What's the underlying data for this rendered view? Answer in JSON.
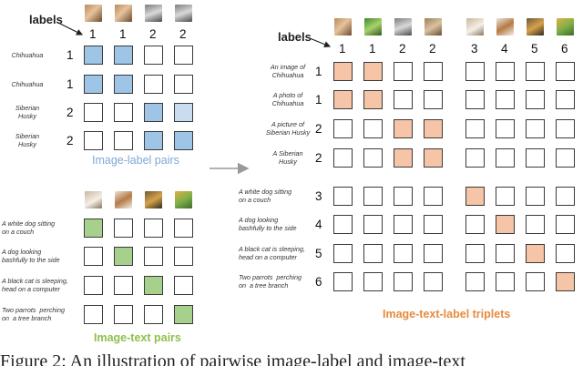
{
  "labels_word": "labels",
  "cell_colors": {
    "blue": "#9ec4e6",
    "light_blue": "#c9ddef",
    "green": "#a8d08d",
    "orange": "#f6c4a6"
  },
  "panel_image_label": {
    "caption": "Image-label pairs",
    "caption_color": "#7fa7d6",
    "thumbnails": [
      "chihuahua-photo-icon",
      "chihuahua-photo-icon",
      "husky-photo-icon",
      "husky-photo-icon"
    ],
    "column_labels": [
      "1",
      "1",
      "2",
      "2"
    ],
    "rows": [
      {
        "text": "Chihuahua",
        "label": "1",
        "filled": [
          true,
          true,
          false,
          false
        ]
      },
      {
        "text": "Chihuahua",
        "label": "1",
        "filled": [
          true,
          true,
          false,
          false
        ]
      },
      {
        "text": "Siberian\nHusky",
        "label": "2",
        "filled": [
          false,
          false,
          true,
          true
        ]
      },
      {
        "text": "Siberian\nHusky",
        "label": "2",
        "filled": [
          false,
          false,
          true,
          true
        ]
      }
    ]
  },
  "panel_image_text": {
    "caption": "Image-text pairs",
    "caption_color": "#8fbf4f",
    "thumbnails": [
      "white-dog-photo-icon",
      "dog-photo-icon",
      "cat-photo-icon",
      "parrots-photo-icon"
    ],
    "rows": [
      {
        "text": "A white dog sitting\non a couch",
        "filled": [
          true,
          false,
          false,
          false
        ]
      },
      {
        "text": "A dog looking\nbashfully to the side",
        "filled": [
          false,
          true,
          false,
          false
        ]
      },
      {
        "text": "A black cat is sleeping,\nhead on a computer",
        "filled": [
          false,
          false,
          true,
          false
        ]
      },
      {
        "text": "Two parrots  perching\non  a tree branch",
        "filled": [
          false,
          false,
          false,
          true
        ]
      }
    ]
  },
  "panel_triplets": {
    "caption": "Image-text-label triplets",
    "caption_color": "#e88a3c",
    "column_labels": [
      "1",
      "1",
      "2",
      "2",
      "3",
      "4",
      "5",
      "6"
    ],
    "rows": [
      {
        "text": "An image of\nChihuahua",
        "label": "1"
      },
      {
        "text": "A photo of\nChihuahua",
        "label": "1"
      },
      {
        "text": "A picture of\nSiberian Husky",
        "label": "2"
      },
      {
        "text": "A Siberian\nHusky",
        "label": "2"
      },
      {
        "text": "A white dog sitting\non a couch",
        "label": "3"
      },
      {
        "text": "A dog looking\nbashfully to the side",
        "label": "4"
      },
      {
        "text": "A black cat is sleeping,\nhead on a computer",
        "label": "5"
      },
      {
        "text": "Two parrots  perching\non  a tree branch",
        "label": "6"
      }
    ],
    "filled_rows": [
      [
        true,
        true,
        false,
        false,
        false,
        false,
        false,
        false
      ],
      [
        true,
        true,
        false,
        false,
        false,
        false,
        false,
        false
      ],
      [
        false,
        false,
        true,
        true,
        false,
        false,
        false,
        false
      ],
      [
        false,
        false,
        true,
        true,
        false,
        false,
        false,
        false
      ],
      [
        false,
        false,
        false,
        false,
        true,
        false,
        false,
        false
      ],
      [
        false,
        false,
        false,
        false,
        false,
        true,
        false,
        false
      ],
      [
        false,
        false,
        false,
        false,
        false,
        false,
        true,
        false
      ],
      [
        false,
        false,
        false,
        false,
        false,
        false,
        false,
        true
      ]
    ]
  },
  "figure_caption": "Figure 2: An illustration of pairwise image-label and image-text"
}
